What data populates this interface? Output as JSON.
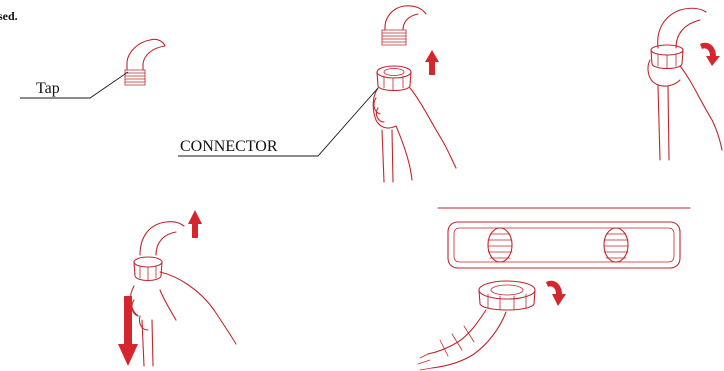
{
  "header_fragment": "sed.",
  "labels": {
    "tap": "Tap",
    "connector": "CONNECTOR"
  },
  "colors": {
    "line": "#c0272d",
    "arrow": "#d4262c",
    "text": "#111111"
  },
  "icons": {
    "up_arrow": "arrow-up-icon",
    "down_arrow": "arrow-down-icon",
    "rotate_arrow": "rotate-clockwise-icon"
  }
}
